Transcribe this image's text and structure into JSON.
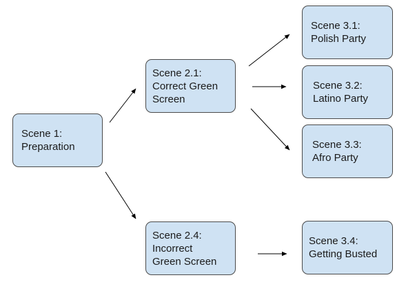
{
  "nodes": {
    "scene1": "Scene 1:\nPreparation",
    "scene21": "Scene 2.1:\nCorrect Green\nScreen",
    "scene24": "Scene 2.4:\nIncorrect\nGreen Screen",
    "scene31": "Scene 3.1:\nPolish Party",
    "scene32": "Scene 3.2:\nLatino Party",
    "scene33": "Scene 3.3:\nAfro Party",
    "scene34": "Scene 3.4:\nGetting Busted"
  },
  "colors": {
    "node_fill": "#cfe2f3",
    "node_border": "#4a4a4a",
    "arrow": "#000000"
  }
}
